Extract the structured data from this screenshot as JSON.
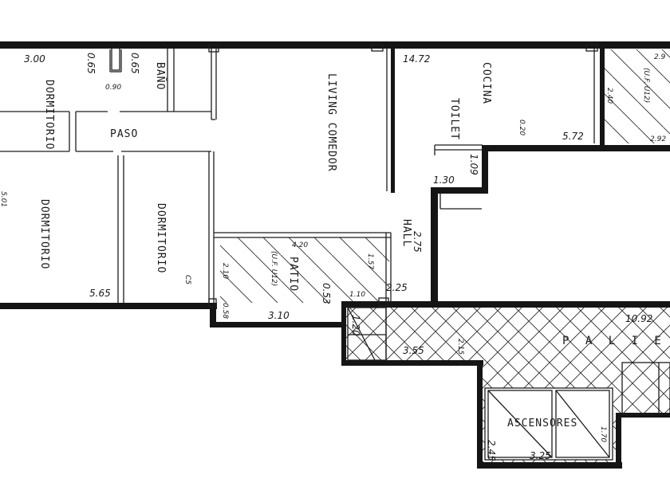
{
  "rooms": {
    "dormitorio_top": "DORMITORIO",
    "bano": "BAÑO",
    "paso": "PASO",
    "dormitorio_left": "DORMITORIO",
    "dormitorio_right": "DORMITORIO",
    "living_comedor": "LIVING COMEDOR",
    "cocina": "COCINA",
    "toilet": "TOILET",
    "hall": "HALL",
    "patio": "PATIO",
    "patio_note": "(U.F. U12)",
    "right_note": "(U.F. U12)",
    "palier": "P A L I E",
    "ascensores": "ASCENSORES"
  },
  "dims": {
    "d_300": "3.00",
    "d_065a": "0.65",
    "d_065b": "0.65",
    "d_090": "0.90",
    "d_1472": "14.72",
    "d_290": "2.9",
    "d_240": "2.40",
    "d_292": "2.92",
    "d_020": "0.20",
    "d_572": "5.72",
    "d_109": "1.09",
    "d_130": "1.30",
    "d_275": "2.75",
    "d_420": "4.20",
    "d_157": "1.57",
    "d_053": "0.53",
    "d_110": "1.10",
    "d_225": "2.25",
    "d_210": "2.10",
    "d_058": "0.58",
    "d_310": "3.10",
    "d_565": "5.65",
    "d_c5": "C5",
    "d_120": "1.20",
    "d_355": "3.55",
    "d_215": "2.15",
    "d_1092": "10.92",
    "d_245": "2.45",
    "d_325": "3.25",
    "d_170": "1.70",
    "d_left": "5.01"
  }
}
